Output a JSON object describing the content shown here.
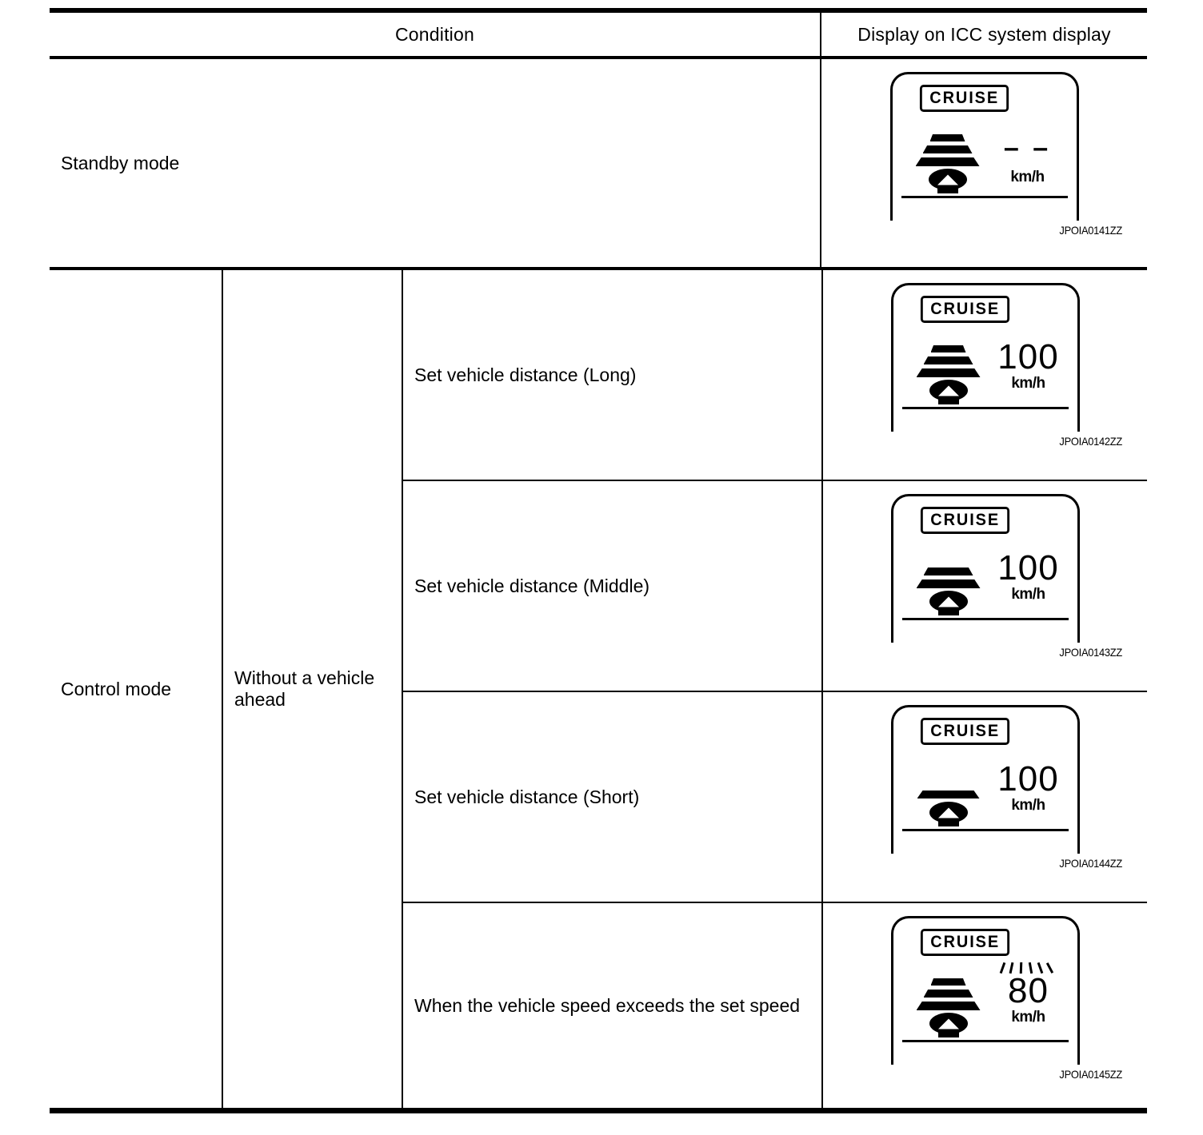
{
  "table": {
    "header": {
      "condition": "Condition",
      "display": "Display on ICC system display"
    },
    "rows": [
      {
        "mode": "Standby mode",
        "sub": "",
        "detail": "",
        "display": {
          "cruise_label": "CRUISE",
          "speed": "– –",
          "unit": "km/h",
          "bars": 3,
          "blinking": false,
          "figure_code": "JPOIA0141ZZ"
        }
      },
      {
        "mode": "Control mode",
        "sub": "Without a vehicle ahead",
        "sub_line1": "Without a vehicle",
        "sub_line2": "ahead",
        "details": [
          {
            "detail": "Set vehicle distance (Long)",
            "display": {
              "cruise_label": "CRUISE",
              "speed": "100",
              "unit": "km/h",
              "bars": 3,
              "blinking": false,
              "figure_code": "JPOIA0142ZZ"
            }
          },
          {
            "detail": "Set vehicle distance (Middle)",
            "display": {
              "cruise_label": "CRUISE",
              "speed": "100",
              "unit": "km/h",
              "bars": 2,
              "blinking": false,
              "figure_code": "JPOIA0143ZZ"
            }
          },
          {
            "detail": "Set vehicle distance (Short)",
            "display": {
              "cruise_label": "CRUISE",
              "speed": "100",
              "unit": "km/h",
              "bars": 1,
              "blinking": false,
              "figure_code": "JPOIA0144ZZ"
            }
          },
          {
            "detail": "When the vehicle speed exceeds the set speed",
            "display": {
              "cruise_label": "CRUISE",
              "speed": "80",
              "unit": "km/h",
              "bars": 3,
              "blinking": true,
              "figure_code": "JPOIA0145ZZ"
            }
          }
        ]
      }
    ]
  },
  "colors": {
    "ink": "#000000",
    "paper": "#ffffff"
  }
}
